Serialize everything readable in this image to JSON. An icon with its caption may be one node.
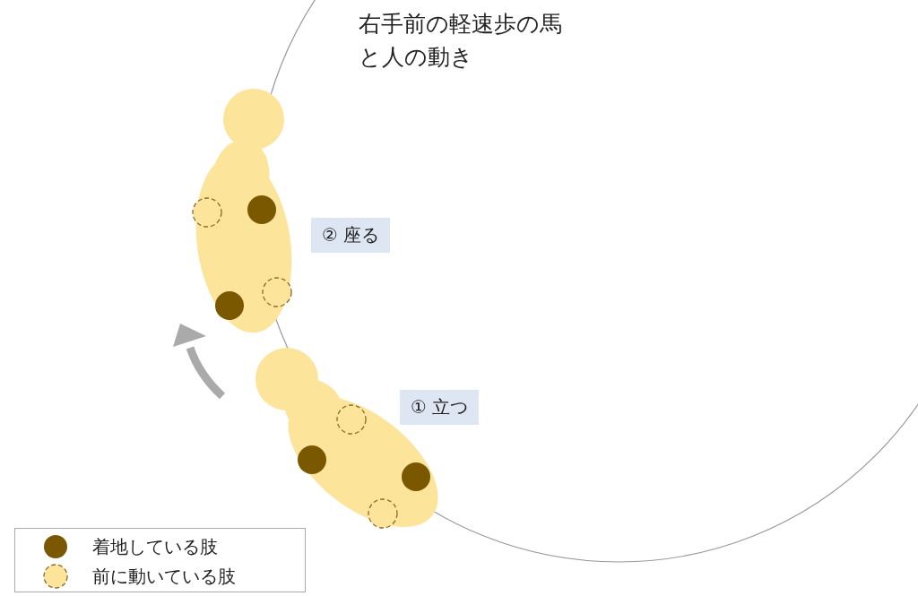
{
  "diagram": {
    "title": "右手前の軽速歩の馬と人の動き",
    "nodes": [
      {
        "text": [
          "② 座る"
        ]
      },
      {
        "text": [
          "① 立つ"
        ]
      }
    ],
    "legend": [
      {
        "text": "着地している肢",
        "color": "#7a5800"
      },
      {
        "text": "前に動いている肢"
      }
    ]
  }
}
